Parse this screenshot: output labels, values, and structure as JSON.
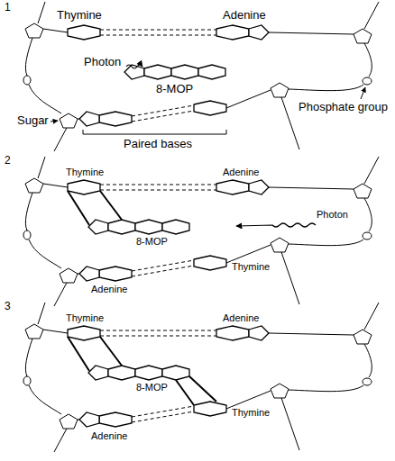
{
  "diagram": {
    "labels": [
      "1",
      "Thymine",
      "Adenine",
      "Photon",
      "8-MOP",
      "Phosphate group",
      "Sugar",
      "Paired bases",
      "2",
      "Thymine",
      "Adenine",
      "Photon",
      "8-MOP",
      "Thymine",
      "Adenine",
      "3",
      "Thymine",
      "Adenine",
      "8-MOP",
      "Thymine",
      "Adenine"
    ]
  }
}
